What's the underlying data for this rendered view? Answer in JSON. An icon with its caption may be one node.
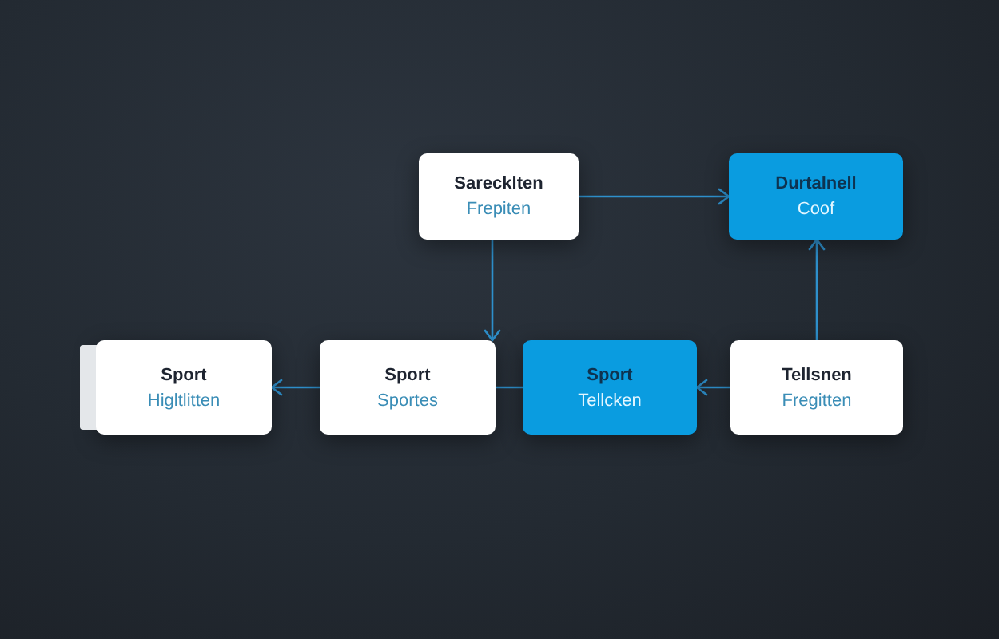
{
  "diagram": {
    "nodes": [
      {
        "text": [
          "Sarecklten",
          "Frepiten"
        ]
      },
      {
        "text": [
          "Durtalnell",
          "Coof"
        ]
      },
      {
        "text": [
          "Sport",
          "Higltlitten"
        ]
      },
      {
        "text": [
          "Sport",
          "Sportes"
        ]
      },
      {
        "text": [
          "Sport",
          "Tellcken"
        ]
      },
      {
        "text": [
          "Tellsnen",
          "Fregitten"
        ]
      }
    ],
    "edges": [
      {
        "from": 0,
        "to": 1,
        "arrow": "to"
      },
      {
        "from": 0,
        "to": 3,
        "arrow": "to"
      },
      {
        "from": 5,
        "to": 1,
        "arrow": "to"
      },
      {
        "from": 5,
        "to": 4,
        "arrow": "to"
      },
      {
        "from": 4,
        "to": 3,
        "arrow": "none"
      },
      {
        "from": 3,
        "to": 2,
        "arrow": "to"
      }
    ]
  }
}
